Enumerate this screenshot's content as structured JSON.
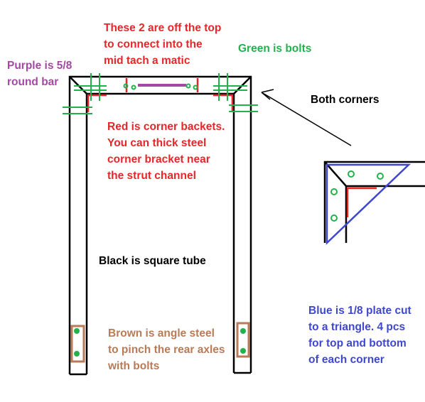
{
  "notes": {
    "red_top": [
      "These 2 are off the top",
      "to connect into the",
      "mid tach a matic"
    ],
    "green": [
      "Green is bolts"
    ],
    "purple": [
      "Purple is 5/8",
      "round bar"
    ],
    "both_corners": [
      "Both corners"
    ],
    "red_corner": [
      "Red is corner backets.",
      "You can thick steel",
      "corner bracket near",
      "the strut channel"
    ],
    "black": [
      "Black is square tube"
    ],
    "blue": [
      "Blue is 1/8 plate cut",
      "to a triangle. 4 pcs",
      "for top and bottom",
      "of each corner"
    ],
    "brown": [
      "Brown is angle steel",
      "to pinch the rear axles",
      "with bolts"
    ]
  },
  "colors": {
    "black": "#000000",
    "red": "#e8262a",
    "green": "#22b24c",
    "purple": "#a349a4",
    "blue": "#3f48cc",
    "brown": "#b97a57"
  }
}
